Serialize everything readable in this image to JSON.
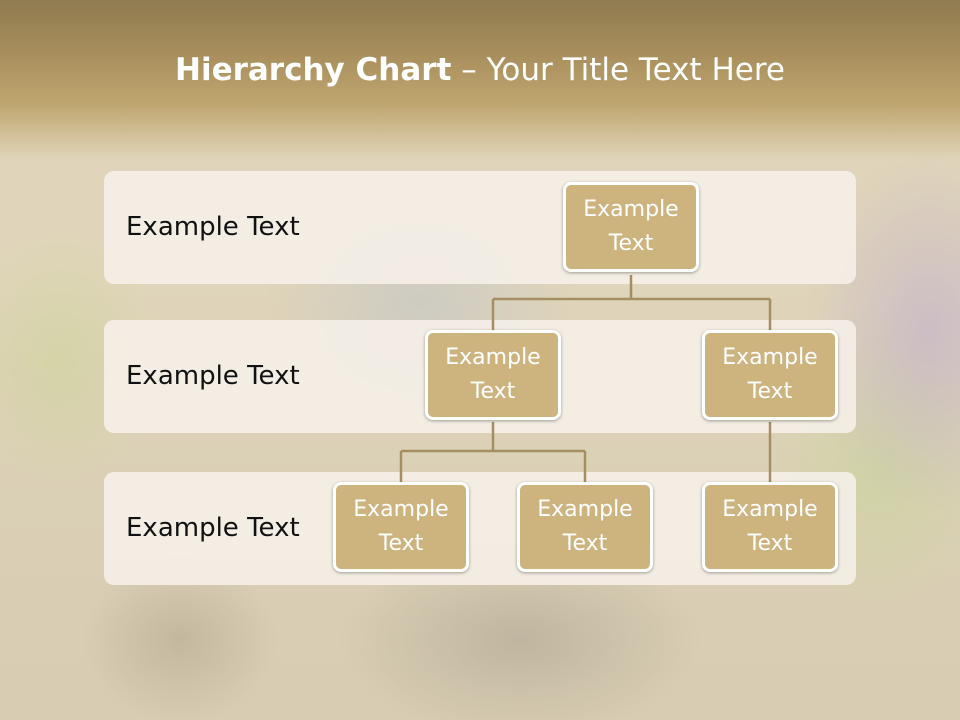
{
  "slide": {
    "title_bold": "Hierarchy Chart",
    "title_rest": " – Your Title Text Here"
  },
  "rows": [
    {
      "label": "Example Text"
    },
    {
      "label": "Example Text"
    },
    {
      "label": "Example Text"
    }
  ],
  "nodes": {
    "root": "Example Text",
    "mid_left": "Example Text",
    "mid_right": "Example Text",
    "leaf_1": "Example Text",
    "leaf_2": "Example Text",
    "leaf_3": "Example Text"
  },
  "colors": {
    "node_fill": "#cdb47f",
    "connector": "#a58e62",
    "title_band": "#a88f5d"
  }
}
